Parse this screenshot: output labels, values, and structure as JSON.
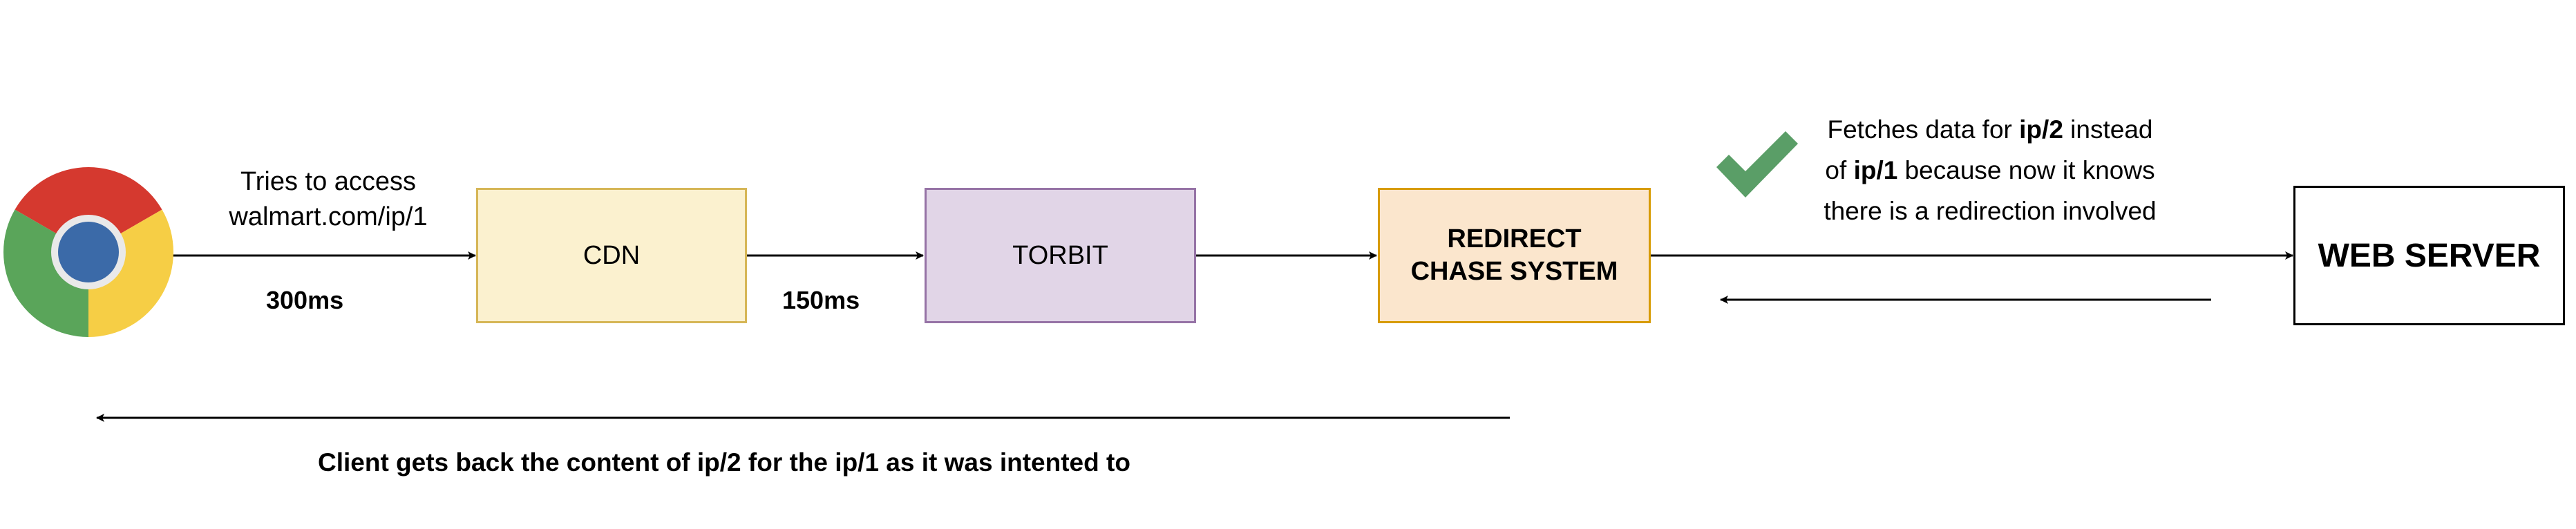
{
  "nodes": {
    "cdn": {
      "label": "CDN",
      "fill": "#fbf1cf",
      "stroke": "#d6b656"
    },
    "torbit": {
      "label": "TORBIT",
      "fill": "#e1d5e7",
      "stroke": "#9673a6"
    },
    "redirect": {
      "line1": "REDIRECT",
      "line2": "CHASE SYSTEM",
      "fill": "#fbe6cd",
      "stroke": "#d79b00"
    },
    "web_server": {
      "label": "WEB SERVER",
      "fill": "#ffffff",
      "stroke": "#000000"
    }
  },
  "labels": {
    "access_line1": "Tries to access",
    "access_line2": "walmart.com/ip/1",
    "latency_cdn": "300ms",
    "latency_torbit": "150ms",
    "fetch": {
      "p1": "Fetches data for ",
      "b1": "ip/2",
      "p2": " instead",
      "p3": "of ",
      "b2": "ip/1",
      "p4": " because now it knows",
      "p5": "there is a redirection involved"
    },
    "client_result": "Client gets back the content of ip/2 for the ip/1 as it was intented to"
  },
  "icons": {
    "browser": "chrome-browser-icon",
    "check": "checkmark-icon"
  },
  "colors": {
    "check": "#5a9e67",
    "chrome_red": "#d5392f",
    "chrome_yellow": "#f6ce45",
    "chrome_green": "#5aa55a",
    "chrome_blue": "#3b6aa8"
  }
}
